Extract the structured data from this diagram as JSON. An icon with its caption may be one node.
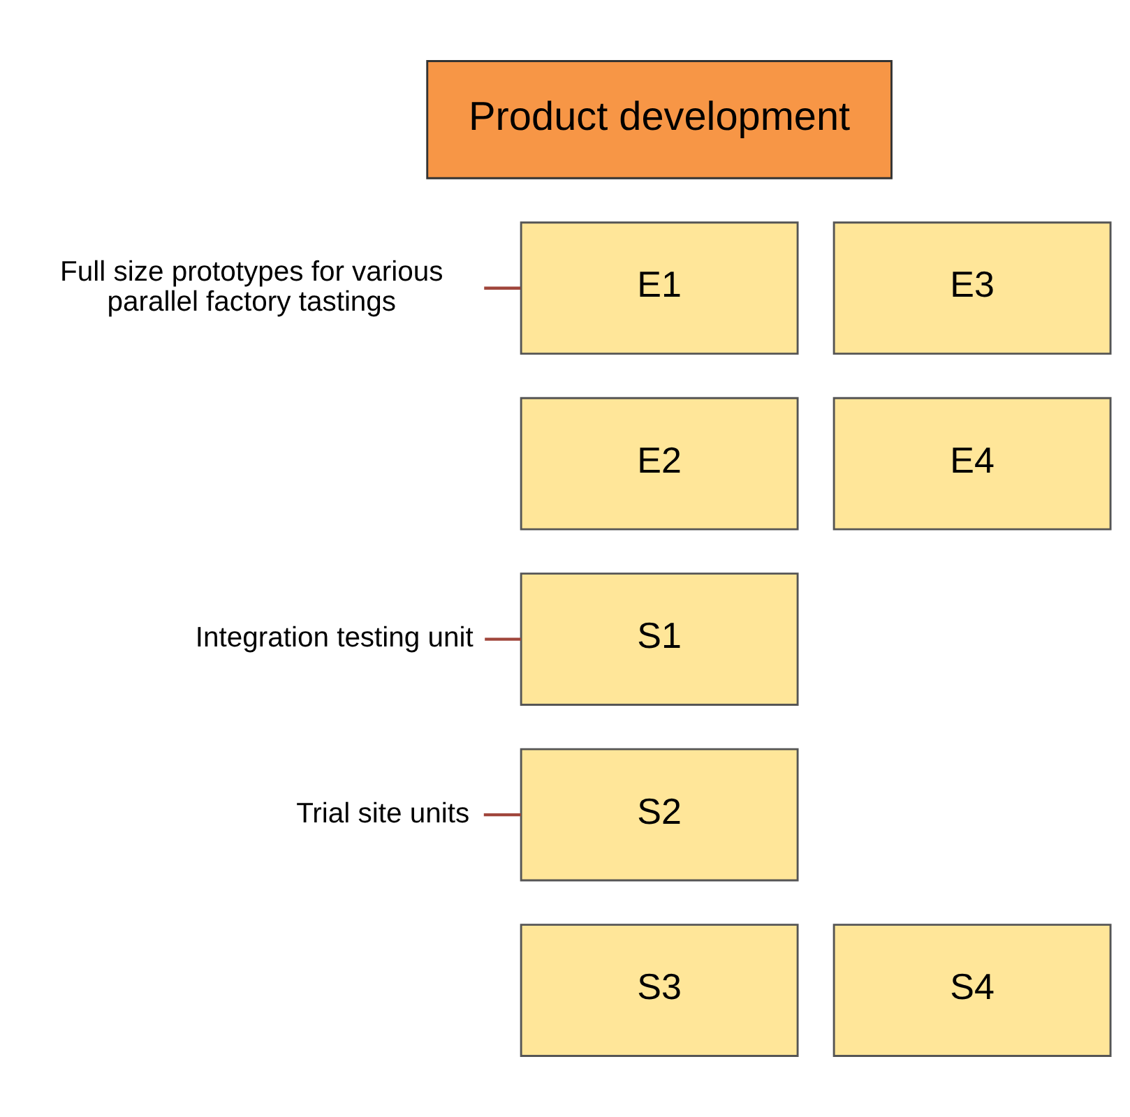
{
  "diagram": {
    "nodes": [
      {
        "text": [
          "Product development"
        ]
      },
      {
        "text": [
          "Full size prototypes for various parallel factory tastings"
        ]
      },
      {
        "text": [
          "E1"
        ]
      },
      {
        "text": [
          "E3"
        ]
      },
      {
        "text": [
          "E2"
        ]
      },
      {
        "text": [
          "E4"
        ]
      },
      {
        "text": [
          "Integration testing unit"
        ]
      },
      {
        "text": [
          "S1"
        ]
      },
      {
        "text": [
          "Trial site units"
        ]
      },
      {
        "text": [
          "S2"
        ]
      },
      {
        "text": [
          "S3"
        ]
      },
      {
        "text": [
          "S4"
        ]
      }
    ],
    "edges": [
      {
        "from": 1,
        "to": 2,
        "arrow": "none"
      },
      {
        "from": 6,
        "to": 7,
        "arrow": "none"
      },
      {
        "from": 8,
        "to": 9,
        "arrow": "none"
      }
    ]
  }
}
